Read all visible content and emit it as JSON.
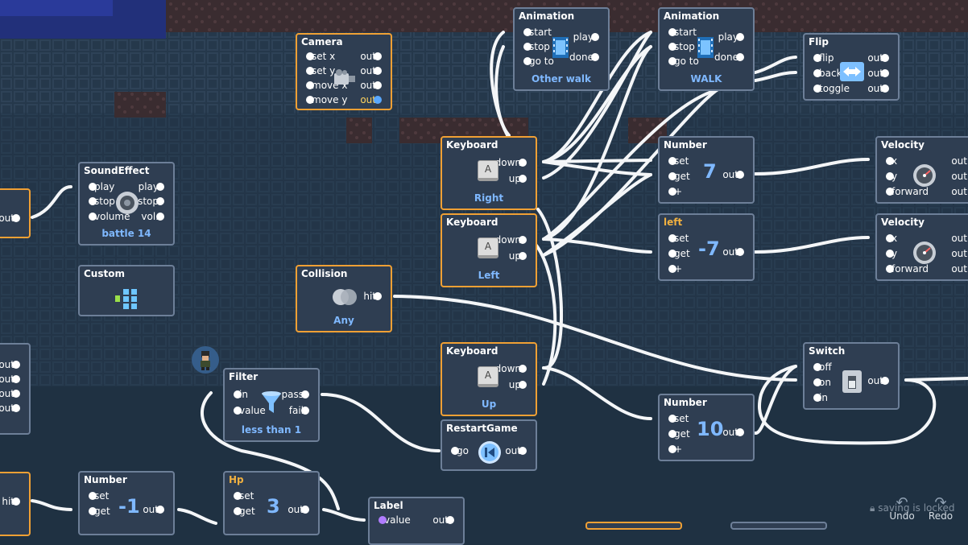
{
  "nodes": {
    "camera": {
      "title": "Camera",
      "in": [
        "set x",
        "set y",
        "move x",
        "move y"
      ],
      "out": [
        "out",
        "out",
        "out",
        "out"
      ]
    },
    "anim1": {
      "title": "Animation",
      "in": [
        "start",
        "stop",
        "go to"
      ],
      "out": [
        "play",
        "done"
      ],
      "sub": "Other walk"
    },
    "anim2": {
      "title": "Animation",
      "in": [
        "start",
        "stop",
        "go to"
      ],
      "out": [
        "play",
        "done"
      ],
      "sub": "WALK"
    },
    "flip": {
      "title": "Flip",
      "in": [
        "flip",
        "back",
        "toggle"
      ],
      "out": [
        "out",
        "out",
        "out"
      ]
    },
    "sound": {
      "title": "SoundEffect",
      "in": [
        "play",
        "stop",
        "volume"
      ],
      "out": [
        "play",
        "stop",
        "vol."
      ],
      "sub": "battle 14"
    },
    "custom": {
      "title": "Custom"
    },
    "collision": {
      "title": "Collision",
      "out": [
        "hit"
      ],
      "sub": "Any"
    },
    "kbRight": {
      "title": "Keyboard",
      "out": [
        "down",
        "up"
      ],
      "key": "A",
      "sub": "Right"
    },
    "kbLeft": {
      "title": "Keyboard",
      "out": [
        "down",
        "up"
      ],
      "key": "A",
      "sub": "Left"
    },
    "kbUp": {
      "title": "Keyboard",
      "out": [
        "down",
        "up"
      ],
      "key": "A",
      "sub": "Up"
    },
    "num7": {
      "title": "Number",
      "in": [
        "set",
        "get",
        "+"
      ],
      "out": [
        "out"
      ],
      "value": "7"
    },
    "left": {
      "title": "left",
      "in": [
        "set",
        "get",
        "+"
      ],
      "out": [
        "out"
      ],
      "value": "-7"
    },
    "vel1": {
      "title": "Velocity",
      "in": [
        "x",
        "y",
        "forward"
      ],
      "out": [
        "out",
        "out",
        "out"
      ]
    },
    "vel2": {
      "title": "Velocity",
      "in": [
        "x",
        "y",
        "forward"
      ],
      "out": [
        "out",
        "out",
        "out"
      ]
    },
    "filter": {
      "title": "Filter",
      "in": [
        "in",
        "value"
      ],
      "out": [
        "pass",
        "fail"
      ],
      "sub": "less than 1"
    },
    "restart": {
      "title": "RestartGame",
      "in": [
        "go"
      ],
      "out": [
        "out"
      ]
    },
    "num10": {
      "title": "Number",
      "in": [
        "set",
        "get",
        "+"
      ],
      "out": [
        "out"
      ],
      "value": "10"
    },
    "switch": {
      "title": "Switch",
      "in": [
        "off",
        "on",
        "in"
      ],
      "out": [
        "out"
      ]
    },
    "numNeg1": {
      "title": "Number",
      "in": [
        "set",
        "get"
      ],
      "out": [
        "out"
      ],
      "value": "-1"
    },
    "hp": {
      "title": "Hp",
      "in": [
        "set",
        "get"
      ],
      "out": [
        "out"
      ],
      "value": "3"
    },
    "label": {
      "title": "Label",
      "in": [
        "value"
      ],
      "out": [
        "out"
      ]
    },
    "leftA": {
      "out": [
        "out"
      ]
    },
    "leftB": {
      "out": [
        "out",
        "out",
        "out",
        "out"
      ]
    },
    "leftC": {
      "out": [
        "hit"
      ]
    }
  },
  "footer": {
    "saving": "saving is locked",
    "undo": "Undo",
    "redo": "Redo"
  },
  "colors": {
    "canvas": "#1f3142",
    "node": "#2f3e52",
    "selected": "#f0a034",
    "accent": "#7fb8ff"
  }
}
